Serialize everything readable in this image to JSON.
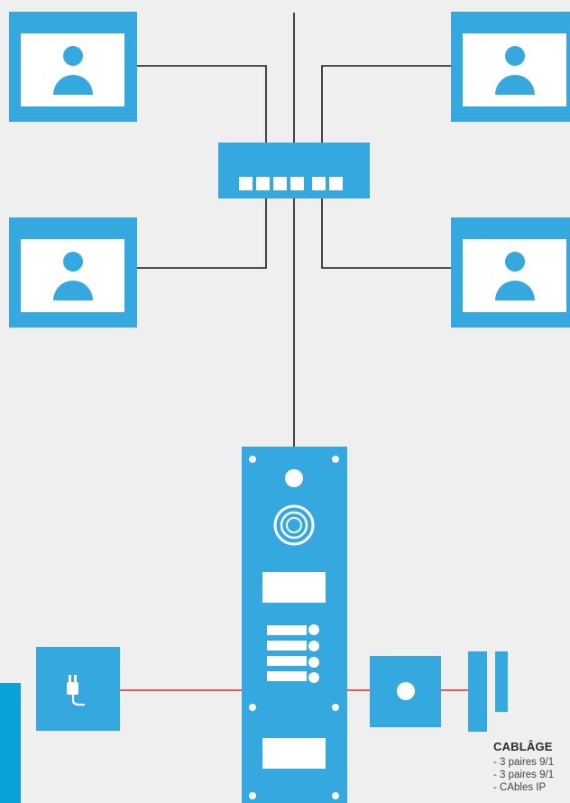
{
  "colors": {
    "background": "#efefef",
    "device_blue": "#35a8df",
    "screen_white": "#ffffff",
    "side_tab_blue": "#0aa2da",
    "data_wire": "#1a1a1a",
    "power_wire": "#e5262e"
  },
  "icons": {
    "monitor": "user-avatar-icon",
    "power_supply": "power-plug-icon",
    "camera": "camera-lens-icon",
    "door_button": "push-button-icon",
    "lock": "electric-strike-icon",
    "switch": "network-switch-ports"
  },
  "caption": {
    "title": "CABLÂGE",
    "lines": [
      "- 3 paires 9/1",
      "- 3 paires 9/1",
      "- CAbles IP"
    ]
  }
}
